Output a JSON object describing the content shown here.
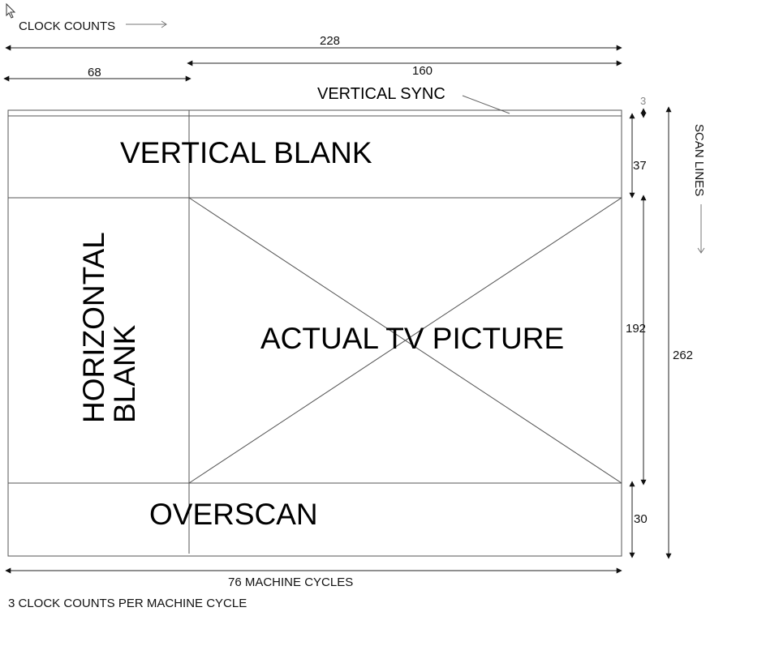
{
  "labels": {
    "clock_counts": "CLOCK COUNTS",
    "total_clock": "228",
    "visible_clock": "160",
    "hblank_clock": "68",
    "vertical_sync": "VERTICAL SYNC",
    "vertical_blank": "VERTICAL BLANK",
    "horizontal": "HORIZONTAL",
    "blank": "BLANK",
    "actual_tv_picture": "ACTUAL TV PICTURE",
    "overscan": "OVERSCAN",
    "machine_cycles": "76 MACHINE CYCLES",
    "clock_per_cycle": "3 CLOCK COUNTS PER MACHINE CYCLE",
    "vsync_lines": "3",
    "vblank_lines": "37",
    "picture_lines": "192",
    "overscan_lines": "30",
    "total_lines": "262",
    "scan_lines": "SCAN LINES"
  }
}
